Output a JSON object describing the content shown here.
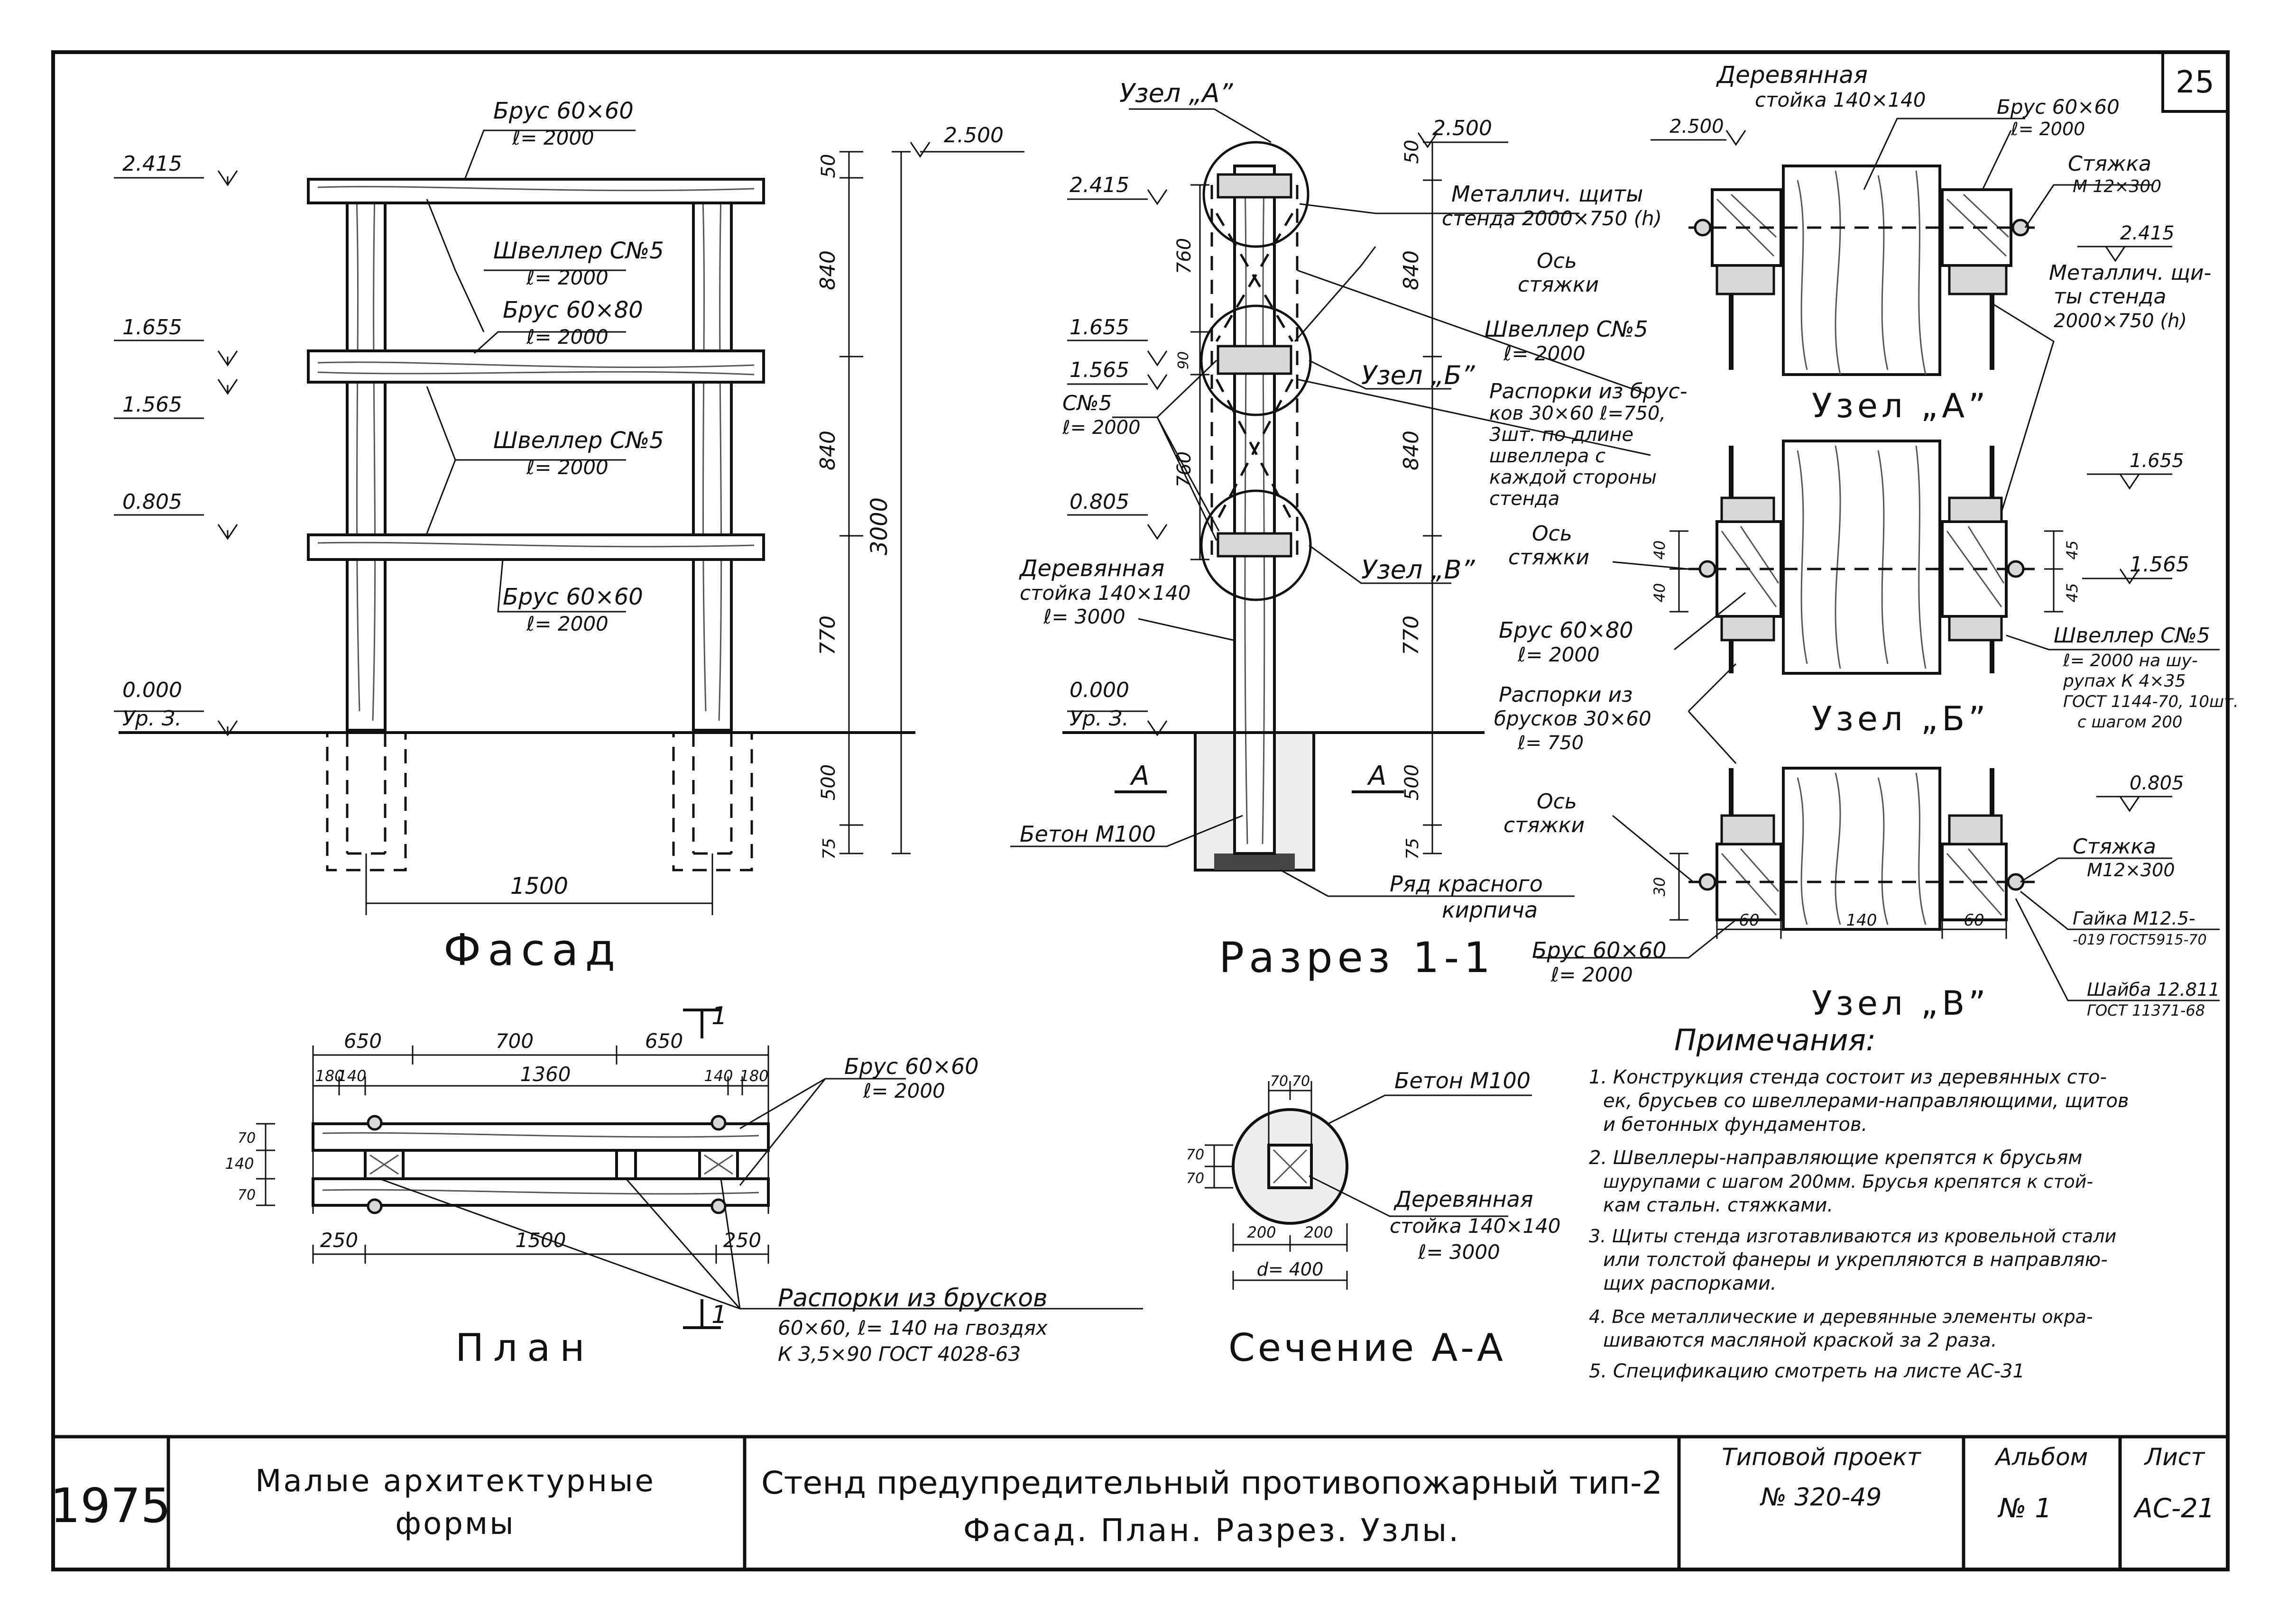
{
  "sheet_number": "25",
  "facade": {
    "title": "Фасад",
    "beam_top": "Брус 60×60",
    "beam_top_len": "ℓ= 2000",
    "channel_1": "Швеллер С№5",
    "channel_1_len": "ℓ= 2000",
    "beam_mid": "Брус 60×80",
    "beam_mid_len": "ℓ= 2000",
    "channel_2": "Швеллер С№5",
    "channel_2_len": "ℓ= 2000",
    "beam_bot": "Брус 60×60",
    "beam_bot_len": "ℓ= 2000",
    "lev_2415": "2.415",
    "lev_2500": "2.500",
    "lev_1655": "1.655",
    "lev_1565": "1.565",
    "lev_0805": "0.805",
    "lev_0000": "0.000",
    "ground": "Ур. З.",
    "d50": "50",
    "d840a": "840",
    "d840b": "840",
    "d770": "770",
    "d3000": "3000",
    "d500": "500",
    "d75": "75",
    "d1500": "1500"
  },
  "section": {
    "title": "Разрез 1-1",
    "node_a": "Узел „А”",
    "node_b": "Узел „Б”",
    "node_v": "Узел „В”",
    "lev_2415": "2.415",
    "lev_2500": "2.500",
    "lev_1655": "1.655",
    "lev_1565": "1.565",
    "lev_0805": "0.805",
    "lev_0000": "0.000",
    "ground": "Ур. З.",
    "metal_shield": "Металлич. щиты",
    "metal_shield_2": "стенда 2000×750 (h)",
    "tie_axis": "Ось",
    "tie_axis_2": "стяжки",
    "channel": "Швеллер С№5",
    "channel_len": "ℓ= 2000",
    "spacers_1": "Распорки из брус-",
    "spacers_2": "ков 30×60 ℓ=750,",
    "spacers_3": "3шт. по длине",
    "spacers_4": "швеллера с",
    "spacers_5": "каждой стороны",
    "spacers_6": "стенда",
    "c5": "С№5",
    "c5_len": "ℓ= 2000",
    "post_1": "Деревянная",
    "post_2": "стойка 140×140",
    "post_3": "ℓ= 3000",
    "concrete": "Бетон М100",
    "brick_1": "Ряд красного",
    "brick_2": "кирпича",
    "cut_a": "А",
    "d50": "50",
    "d760a": "760",
    "d90": "90",
    "d760b": "760",
    "d840a": "840",
    "d840b": "840",
    "d770": "770",
    "d500": "500",
    "d75": "75"
  },
  "plan": {
    "title": "План",
    "d650a": "650",
    "d700": "700",
    "d650b": "650",
    "d180a": "180",
    "d140a": "140",
    "d1360": "1360",
    "d140b": "140",
    "d180b": "180",
    "d70a": "70",
    "d140": "140",
    "d70b": "70",
    "d250a": "250",
    "d1500": "1500",
    "d250b": "250",
    "beam": "Брус 60×60",
    "beam_len": "ℓ= 2000",
    "spacers_1": "Распорки из брусков",
    "spacers_2": "60×60, ℓ= 140 на гвоздях",
    "spacers_3": "К 3,5×90  ГОСТ 4028-63",
    "cut": "1"
  },
  "section_aa": {
    "title": "Сечение А-А",
    "concrete": "Бетон М100",
    "post_1": "Деревянная",
    "post_2": "стойка 140×140",
    "post_3": "ℓ= 3000",
    "d70a": "70",
    "d70b": "70",
    "d70c": "70",
    "d70d": "70",
    "d200a": "200",
    "d200b": "200",
    "d400": "d= 400"
  },
  "nodes": {
    "post_1": "Деревянная",
    "post_2": "стойка 140×140",
    "beam": "Брус 60×60",
    "beam_len": "ℓ= 2000",
    "tie": "Стяжка",
    "tie_2": "М 12×300",
    "lev_2500": "2.500",
    "lev_2415": "2.415",
    "shield_1": "Металлич. щи-",
    "shield_2": "ты стенда",
    "shield_3": "2000×750 (h)",
    "node_a": "Узел „А”",
    "node_b": "Узел „Б”",
    "node_v": "Узел „В”",
    "lev_1655": "1.655",
    "lev_1565": "1.565",
    "lev_0805": "0.805",
    "axis_1": "Ось",
    "axis_2": "стяжки",
    "beam80": "Брус 60×80",
    "beam80_len": "ℓ= 2000",
    "ch_1": "Швеллер С№5",
    "ch_2": "ℓ= 2000 на шу-",
    "ch_3": "рупах К 4×35",
    "ch_4": "ГОСТ 1144-70, 10шт.",
    "ch_5": "с шагом 200",
    "sp_1": "Распорки из",
    "sp_2": "брусков 30×60",
    "sp_3": "ℓ= 750",
    "axis2_1": "Ось",
    "axis2_2": "стяжки",
    "tie2": "Стяжка",
    "tie2_2": "М12×300",
    "nut_1": "Гайка М12.5-",
    "nut_2": "-019 ГОСТ5915-70",
    "washer_1": "Шайба 12.811",
    "washer_2": "ГОСТ 11371-68",
    "beam_bot": "Брус 60×60",
    "beam_bot_len": "ℓ= 2000",
    "d40a": "40",
    "d40b": "40",
    "d45a": "45",
    "d45b": "45",
    "d30": "30",
    "d60a": "60",
    "d140": "140",
    "d60b": "60"
  },
  "notes": {
    "heading": "Примечания:",
    "lines": [
      "1. Конструкция стенда состоит из деревянных сто-",
      "ек, брусьев со швеллерами-направляющими, щитов",
      "и бетонных фундаментов.",
      "2. Швеллеры-направляющие крепятся к брусьям",
      "шурупами с шагом 200мм. Брусья крепятся к стой-",
      "кам стальн. стяжками.",
      "3. Щиты стенда изготавливаются из кровельной стали",
      "или толстой фанеры и укрепляются в направляю-",
      "щих распорками.",
      "4. Все металлические и деревянные элементы окра-",
      "шиваются масляной краской за 2 раза.",
      "5. Спецификацию смотреть на листе АС-31"
    ]
  },
  "title_block": {
    "year": "1975",
    "album_name_1": "Малые архитектурные",
    "album_name_2": "формы",
    "drawing_title_1": "Стенд предупредительный противопожарный тип-2",
    "drawing_title_2": "Фасад. План. Разрез. Узлы.",
    "project_label": "Типовой проект",
    "project_number": "№ 320-49",
    "album_label": "Альбом",
    "album_number": "№ 1",
    "sheet_label": "Лист",
    "sheet_code": "АС-21"
  }
}
